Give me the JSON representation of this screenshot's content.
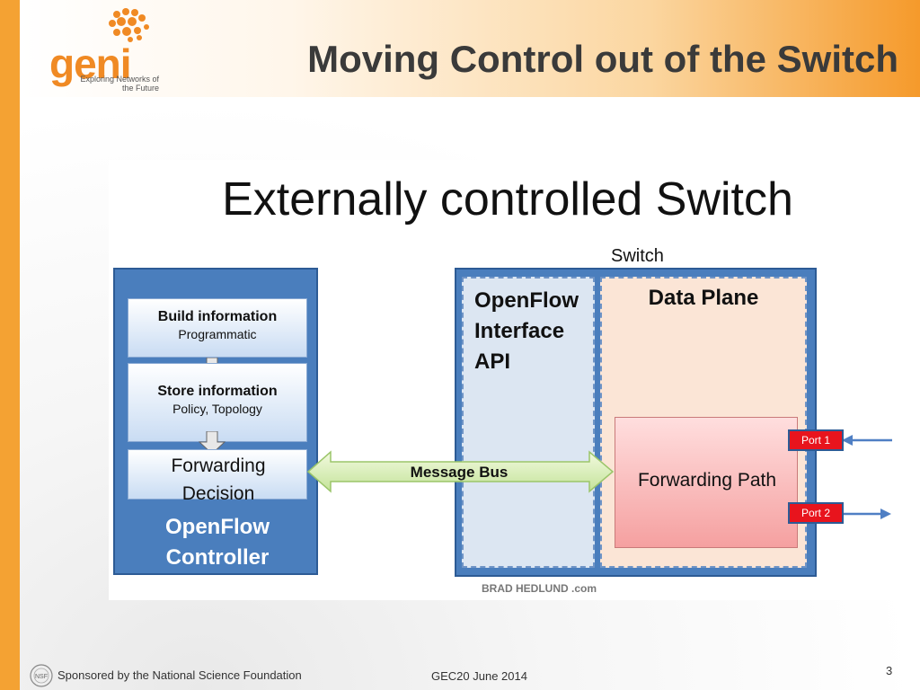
{
  "logo": {
    "word": "geni",
    "tagline": "Exploring Networks of the Future"
  },
  "slide": {
    "title": "Moving Control out of the Switch"
  },
  "figure": {
    "title": "Externally controlled Switch",
    "switch_label": "Switch",
    "controller": {
      "stages": [
        {
          "title": "Build information",
          "subtitle": "Programmatic"
        },
        {
          "title": "Store information",
          "subtitle": "Policy, Topology"
        },
        {
          "title": "Forwarding Decision",
          "subtitle": ""
        }
      ],
      "name": "OpenFlow Controller"
    },
    "message_bus": "Message Bus",
    "openflow_interface": "OpenFlow Interface API",
    "data_plane": {
      "label": "Data Plane",
      "forwarding_path": "Forwarding Path",
      "ports": [
        "Port 1",
        "Port 2"
      ]
    },
    "credit": "BRAD HEDLUND .com"
  },
  "footer": {
    "sponsor": "Sponsored by the National Science Foundation",
    "event": "GEC20 June 2014",
    "page_number": "3"
  },
  "colors": {
    "accent": "#f4a233",
    "box_blue": "#4a7ebd",
    "port_red": "#e8141d"
  }
}
